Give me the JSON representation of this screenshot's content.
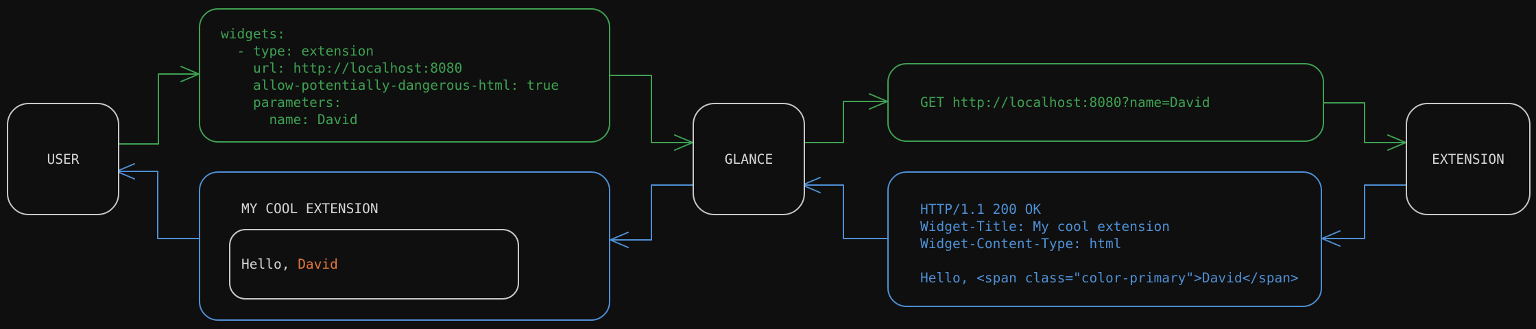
{
  "diagram": {
    "colors": {
      "green": "#3EA152",
      "blue": "#4E90D5",
      "orange": "#E0763B",
      "light": "#D6D6D6",
      "border_light": "#C9C9C9",
      "bg": "#0F0F0F"
    },
    "nodes": {
      "user": {
        "label": "USER"
      },
      "glance": {
        "label": "GLANCE"
      },
      "extension": {
        "label": "EXTENSION"
      }
    },
    "config_box": {
      "lines": [
        "widgets:",
        "  - type: extension",
        "    url: http://localhost:8080",
        "    allow-potentially-dangerous-html: true",
        "    parameters:",
        "      name: David"
      ]
    },
    "request_box": {
      "text": "GET http://localhost:8080?name=David"
    },
    "response_box": {
      "lines": [
        "HTTP/1.1 200 OK",
        "Widget-Title: My cool extension",
        "Widget-Content-Type: html",
        "",
        "Hello, <span class=\"color-primary\">David</span>"
      ]
    },
    "widget_box": {
      "title": "MY COOL EXTENSION",
      "hello_prefix": "Hello, ",
      "hello_name": "David"
    }
  }
}
